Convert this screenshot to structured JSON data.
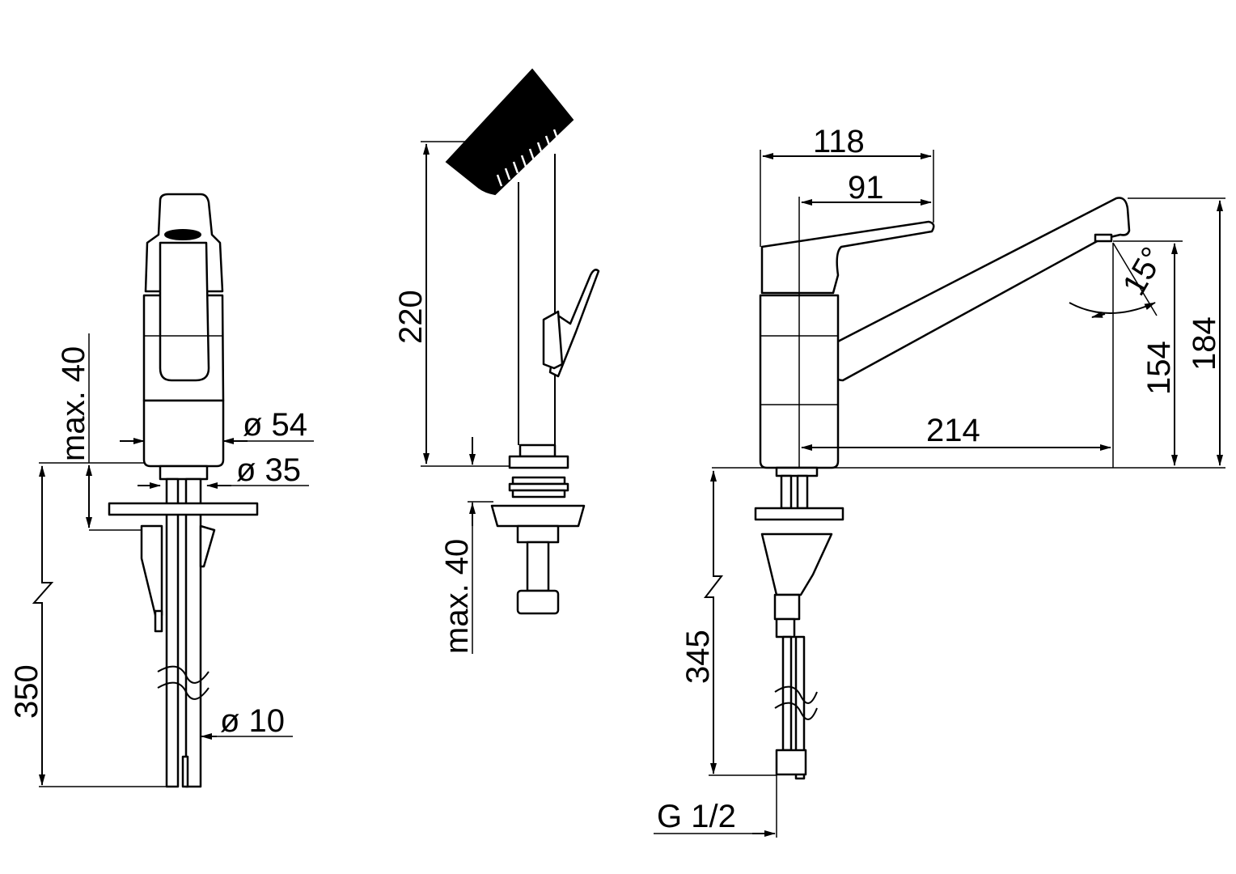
{
  "front_view": {
    "labels": {
      "max_depth": "max. 40",
      "body_diameter": "ø 54",
      "base_diameter": "ø 35",
      "hose_diameter": "ø 10",
      "hose_length": "350"
    }
  },
  "side_view": {
    "labels": {
      "height": "220",
      "max_depth": "max. 40"
    }
  },
  "right_view": {
    "labels": {
      "lever_length": "118",
      "lever_offset": "91",
      "spout_reach": "214",
      "outlet_height": "154",
      "total_height": "184",
      "swivel_angle": "15°",
      "hose_length": "345",
      "thread": "G 1/2"
    }
  }
}
